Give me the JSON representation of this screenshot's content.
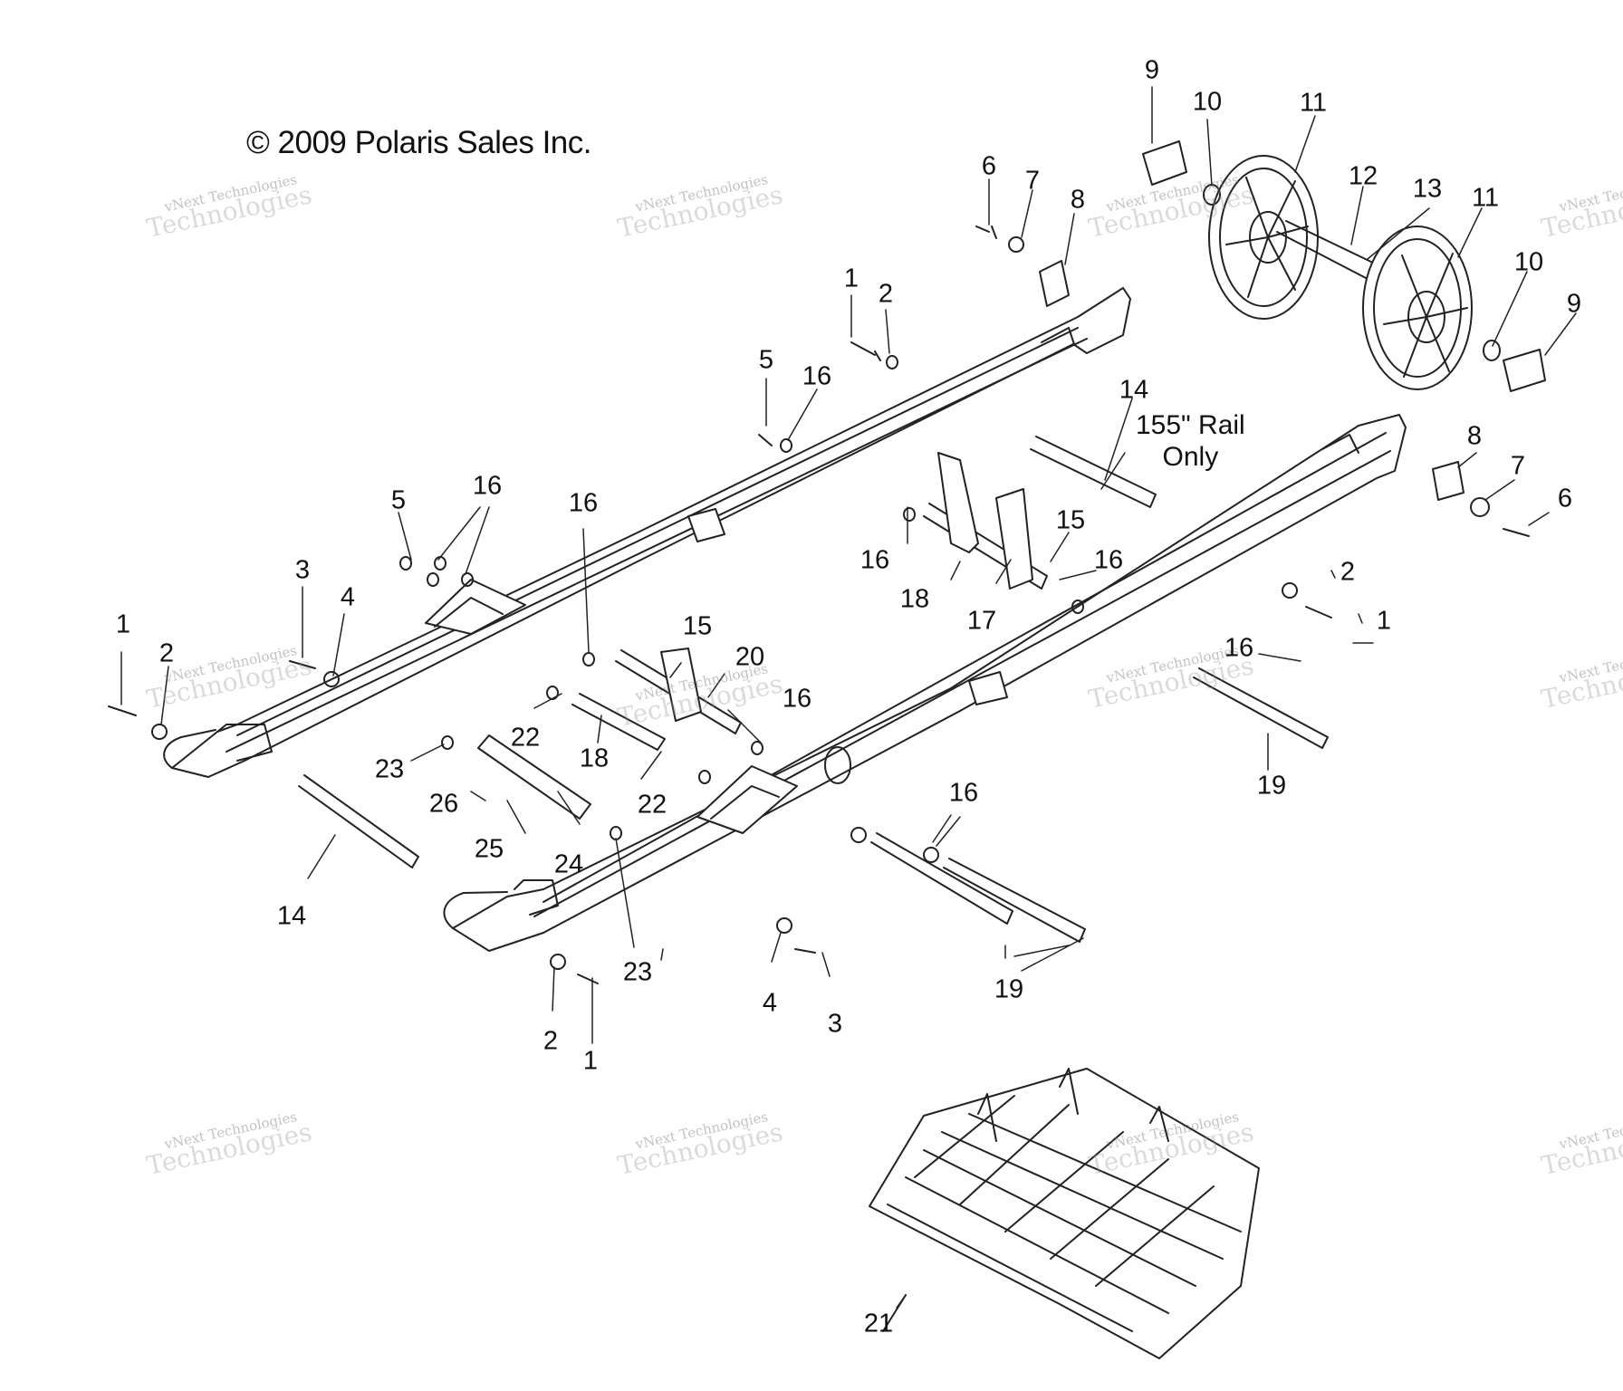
{
  "copyright": "© 2009 Polaris Sales Inc.",
  "note": {
    "line1": "155\" Rail",
    "line2": "Only"
  },
  "watermark": {
    "small": "vNext Technologies",
    "large": "Technologies"
  },
  "callouts": {
    "c9a": "9",
    "c10a": "10",
    "c11a": "11",
    "c12": "12",
    "c13": "13",
    "c11b": "11",
    "c10b": "10",
    "c9b": "9",
    "c6a": "6",
    "c7a": "7",
    "c8a": "8",
    "c1a": "1",
    "c2a": "2",
    "c5a": "5",
    "c16a": "16",
    "c14a": "14",
    "c8b": "8",
    "c7b": "7",
    "c6b": "6",
    "c16b": "16",
    "c15a": "15",
    "c16c": "16",
    "c18a": "18",
    "c17": "17",
    "c2b": "2",
    "c1b": "1",
    "c5b": "5",
    "c16d": "16",
    "c16e": "16",
    "c3a": "3",
    "c4a": "4",
    "c1c": "1",
    "c2c": "2",
    "c15b": "15",
    "c20": "20",
    "c16f": "16",
    "c16g": "16",
    "c22a": "22",
    "c18b": "18",
    "c23a": "23",
    "c26": "26",
    "c22b": "22",
    "c25": "25",
    "c24": "24",
    "c14b": "14",
    "c19a": "19",
    "c16h": "16",
    "c23b": "23",
    "c4b": "4",
    "c3b": "3",
    "c19b": "19",
    "c2d": "2",
    "c1d": "1",
    "c21": "21"
  }
}
